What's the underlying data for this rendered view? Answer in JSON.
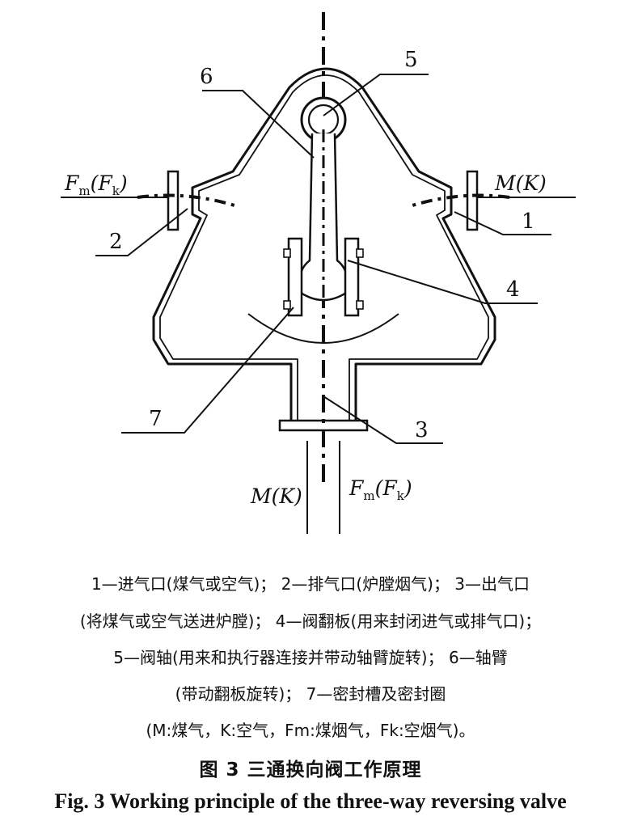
{
  "diagram": {
    "labels": {
      "n1": "1",
      "n2": "2",
      "n3": "3",
      "n4": "4",
      "n5": "5",
      "n6": "6",
      "n7": "7"
    },
    "left_port": {
      "main": "F",
      "sub": "m",
      "paren_main": "F",
      "paren_sub": "k"
    },
    "right_port": {
      "text": "M(K)"
    },
    "bottom_left": {
      "text": "M(K)"
    },
    "bottom_right": {
      "main": "F",
      "sub": "m",
      "paren_main": "F",
      "paren_sub": "k"
    }
  },
  "caption": {
    "line1": "1—进气口(煤气或空气)；  2—排气口(炉膛烟气)；  3—出气口",
    "line2": "(将煤气或空气送进炉膛)；  4—阀翻板(用来封闭进气或排气口)；",
    "line3": "5—阀轴(用来和执行器连接并带动轴臂旋转)；  6—轴臂",
    "line4": "(带动翻板旋转)；  7—密封槽及密封圈",
    "line5": "(M:煤气，K:空气，Fm:煤烟气，Fk:空烟气)。"
  },
  "figure_title_cn": "图 3    三通换向阀工作原理",
  "figure_title_en": "Fig. 3    Working principle of the three-way reversing valve"
}
